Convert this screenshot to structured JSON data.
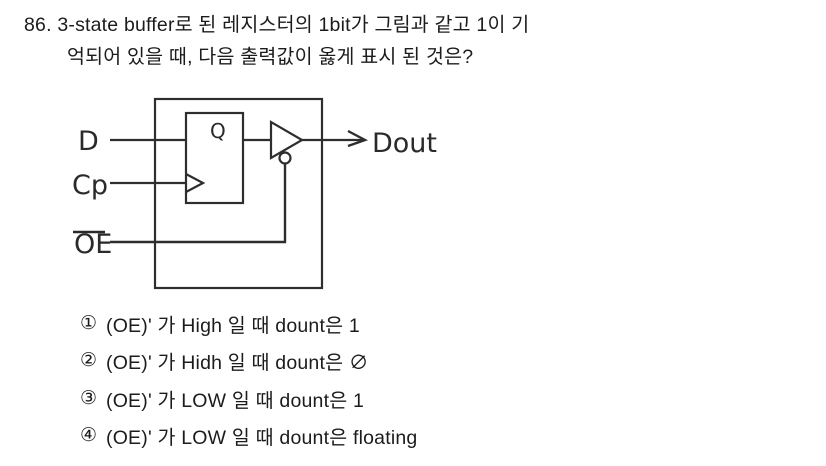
{
  "question": {
    "number": "86.",
    "line_1": "86. 3-state buffer로 된 레지스터의 1bit가 그림과 같고 1이 기",
    "line_2": "억되어 있을 때, 다음 출력값이 옳게 표시 된 것은?"
  },
  "figure": {
    "caption_inputs": [
      "D",
      "Cp",
      "OE"
    ],
    "input_d_label": "D",
    "input_cp_label": "Cp",
    "input_oe_label": "OE",
    "oe_has_overbar": "true",
    "flipflop_output_label": "Q",
    "output_label": "Dout",
    "buffer_type": "3-state buffer",
    "buffer_enable_active_low": "true"
  },
  "options": [
    {
      "marker": "①",
      "text": "(OE)' 가 High 일 때 dount은 1"
    },
    {
      "marker": "②",
      "text": "(OE)' 가 Hidh 일 때 dount은 ∅"
    },
    {
      "marker": "③",
      "text": "(OE)' 가 LOW 일 때 dount은 1"
    },
    {
      "marker": "④",
      "text": "(OE)' 가 LOW 일 때 dount은 floating"
    }
  ],
  "colors": {
    "background": "#ffffff",
    "text": "#1c1c1c",
    "ink": "#2a2a2a"
  }
}
